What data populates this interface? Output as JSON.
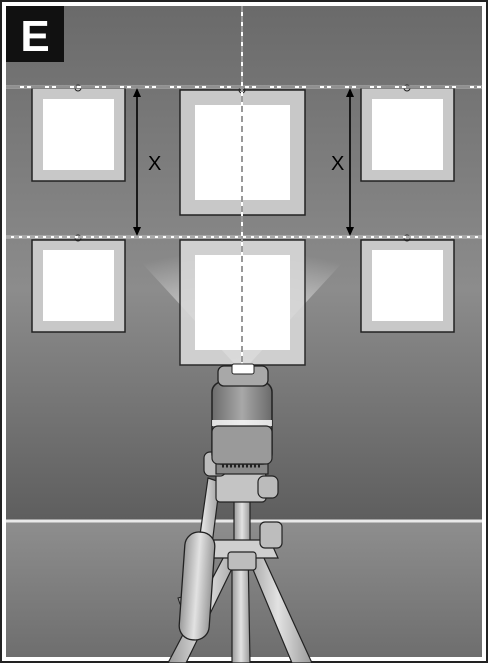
{
  "figure": {
    "panel_letter": "E",
    "distance_label_left": "X",
    "distance_label_right": "X"
  },
  "colors": {
    "wall_dark": "#5c5c5c",
    "wall_mid": "#8a8a8a",
    "floor": "#7e7e7e",
    "frame": "#c9c9c9",
    "frame_border": "#2a2a2a",
    "picture": "#ffffff",
    "laser_line": "#ffffff",
    "badge_bg": "#111111",
    "tool_body": "#8f8f8f",
    "tool_dark": "#4a4a4a",
    "tripod": "#b8b8b8"
  }
}
